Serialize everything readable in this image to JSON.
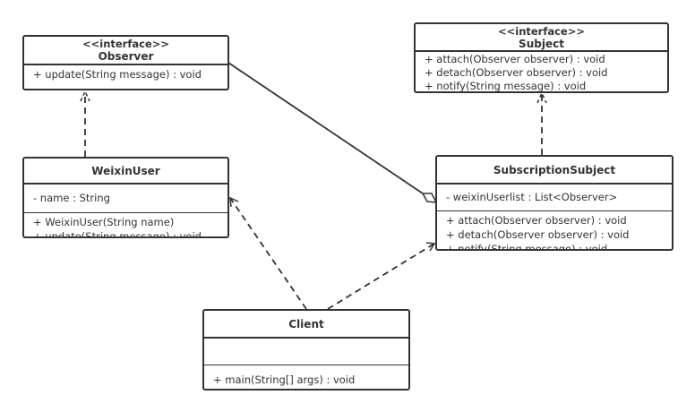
{
  "classes": {
    "observer": {
      "stereotype": "<<interface>>",
      "name": "Observer",
      "attributes": [],
      "methods": [
        "+ update(String message) : void"
      ]
    },
    "subject": {
      "stereotype": "<<interface>>",
      "name": "Subject",
      "attributes": [],
      "methods": [
        "+ attach(Observer observer) : void",
        "+ detach(Observer observer) : void",
        "+ notify(String message) : void"
      ]
    },
    "weixin_user": {
      "name": "WeixinUser",
      "attributes": [
        "- name : String"
      ],
      "methods": [
        "+ WeixinUser(String name)",
        "+ update(String message) : void"
      ]
    },
    "subscription_subject": {
      "name": "SubscriptionSubject",
      "attributes": [
        "- weixinUserlist : List<Observer>"
      ],
      "methods": [
        "+ attach(Observer observer) : void",
        "+ detach(Observer observer) : void",
        "+ notify(String message) : void"
      ]
    },
    "client": {
      "name": "Client",
      "attributes": [],
      "methods": [
        "+ main(String[] args) : void"
      ]
    }
  },
  "relationships": [
    {
      "type": "realization",
      "from": "WeixinUser",
      "to": "Observer"
    },
    {
      "type": "realization",
      "from": "SubscriptionSubject",
      "to": "Subject"
    },
    {
      "type": "aggregation",
      "from": "Observer",
      "to": "SubscriptionSubject"
    },
    {
      "type": "dependency",
      "from": "Client",
      "to": "WeixinUser"
    },
    {
      "type": "dependency",
      "from": "Client",
      "to": "SubscriptionSubject"
    }
  ]
}
